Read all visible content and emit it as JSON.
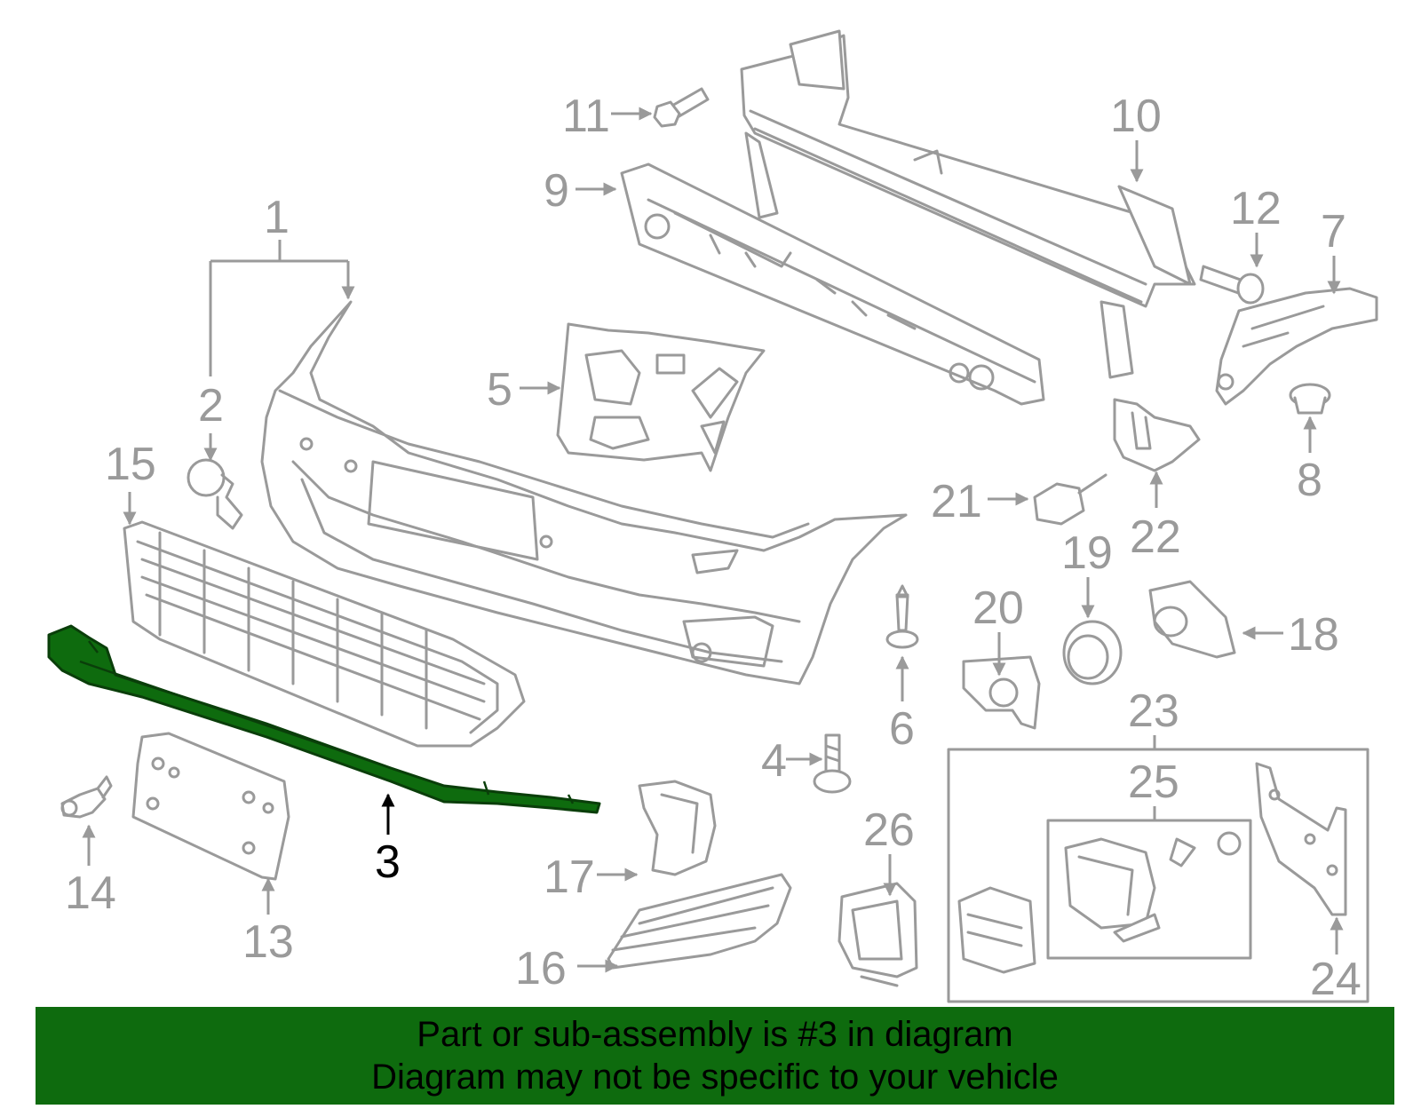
{
  "diagram": {
    "highlight_color": "#0e6b0e",
    "line_color": "#9a9a9a",
    "highlighted_part": "3",
    "callouts": {
      "c1": "1",
      "c2": "2",
      "c3": "3",
      "c4": "4",
      "c5": "5",
      "c6": "6",
      "c7": "7",
      "c8": "8",
      "c9": "9",
      "c10": "10",
      "c11": "11",
      "c12": "12",
      "c13": "13",
      "c14": "14",
      "c15": "15",
      "c16": "16",
      "c17": "17",
      "c18": "18",
      "c19": "19",
      "c20": "20",
      "c21": "21",
      "c22": "22",
      "c23": "23",
      "c24": "24",
      "c25": "25",
      "c26": "26"
    }
  },
  "footer": {
    "background": "#0e6b0e",
    "line1": "Part or sub-assembly is #3 in diagram",
    "line2": "Diagram may not be specific to your vehicle"
  }
}
